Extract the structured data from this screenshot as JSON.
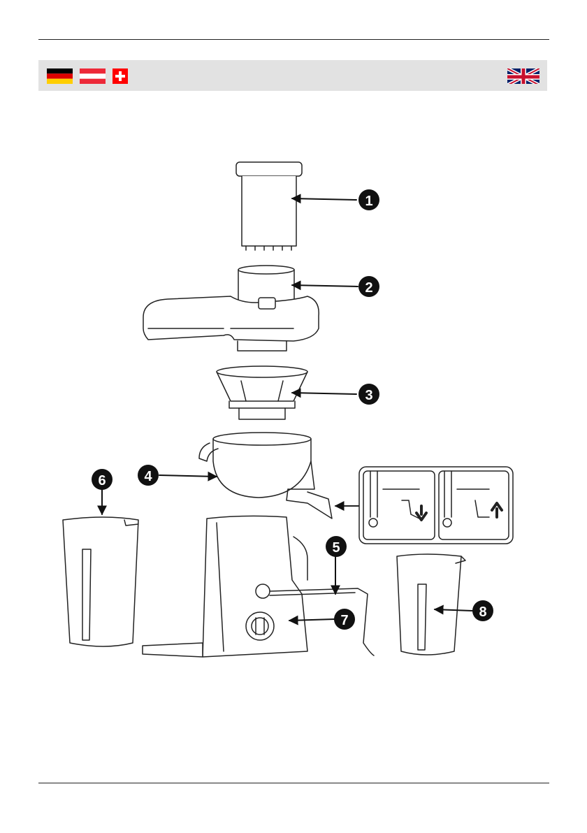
{
  "language_bar": {
    "flags": [
      {
        "name": "germany-flag-icon",
        "colors": [
          "#000000",
          "#dd0000",
          "#ffce00"
        ]
      },
      {
        "name": "austria-flag-icon",
        "colors": [
          "#ed2939",
          "#ffffff",
          "#ed2939"
        ]
      },
      {
        "name": "switzerland-flag-icon",
        "colors": [
          "#ff0000",
          "#ffffff"
        ]
      },
      {
        "name": "uk-flag-icon",
        "colors": [
          "#012169",
          "#ffffff",
          "#c8102e"
        ]
      }
    ]
  },
  "diagram": {
    "callouts": [
      {
        "number": "1",
        "part": "food-pusher"
      },
      {
        "number": "2",
        "part": "lid-with-feed-chute"
      },
      {
        "number": "3",
        "part": "filter-basket"
      },
      {
        "number": "4",
        "part": "juice-collector"
      },
      {
        "number": "5",
        "part": "locking-clip"
      },
      {
        "number": "6",
        "part": "pulp-container"
      },
      {
        "number": "7",
        "part": "speed-dial"
      },
      {
        "number": "8",
        "part": "juice-jug"
      }
    ]
  }
}
